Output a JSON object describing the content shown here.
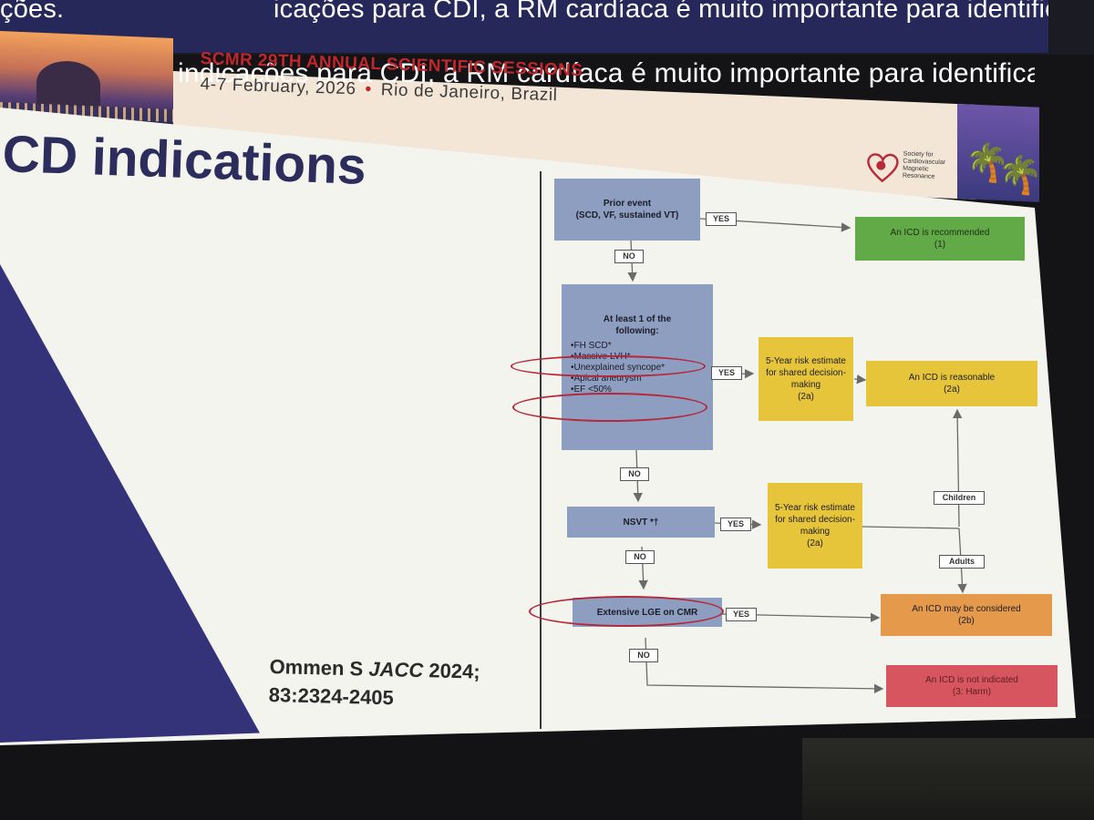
{
  "caption": {
    "line1_left": "ções.",
    "line1_right": "icações para CDI, a RM cardíaca é muito importante para identificar quatro c",
    "line2": "indicações para CDI, a RM cardíaca é muito importante para identificar quatro c"
  },
  "banner": {
    "title": "SCMR 29TH ANNUAL SCIENTIFIC SESSIONS",
    "dates": "4-7 February, 2026",
    "location": "Rio de Janeiro, Brazil",
    "society_lines": [
      "Society for",
      "Cardiovascular",
      "Magnetic",
      "Resonance"
    ]
  },
  "slide": {
    "heading": "CD indications",
    "citation_line1_a": "Ommen S ",
    "citation_line1_b": "JACC",
    "citation_line1_c": " 2024;",
    "citation_line2": "83:2324-2405"
  },
  "flowchart": {
    "prior_event_title": "Prior event",
    "prior_event_detail": "(SCD, VF, sustained VT)",
    "recommended": "An ICD is recommended",
    "recommended_class": "(1)",
    "at_least_title": "At least 1 of the following:",
    "criteria": [
      "FH SCD*",
      "Massive LVH*",
      "Unexplained syncope*",
      "Apical aneurysm",
      "EF <50%"
    ],
    "risk_estimate_1": "5-Year risk estimate for shared decision-making",
    "risk_class_1": "(2a)",
    "reasonable": "An ICD is reasonable",
    "reasonable_class": "(2a)",
    "nsvt": "NSVT *†",
    "risk_estimate_2": "5-Year risk estimate for shared decision-making",
    "risk_class_2": "(2a)",
    "children": "Children",
    "adults": "Adults",
    "lge": "Extensive LGE on CMR",
    "may_be_considered": "An ICD may be considered",
    "may_class": "(2b)",
    "not_indicated": "An ICD is not indicated",
    "not_indicated_class": "(3: Harm)",
    "yes": "YES",
    "no": "NO"
  },
  "colors": {
    "slide_navy": "#2c2d5c",
    "wedge_purple": "#34337a",
    "conf_red": "#c0272d",
    "box_blue": "#8d9ec0",
    "box_green": "#62a948",
    "box_yellow": "#e6c53a",
    "box_orange": "#e49a4a",
    "box_red": "#d6555e",
    "annotation_circle": "#b5283a"
  }
}
